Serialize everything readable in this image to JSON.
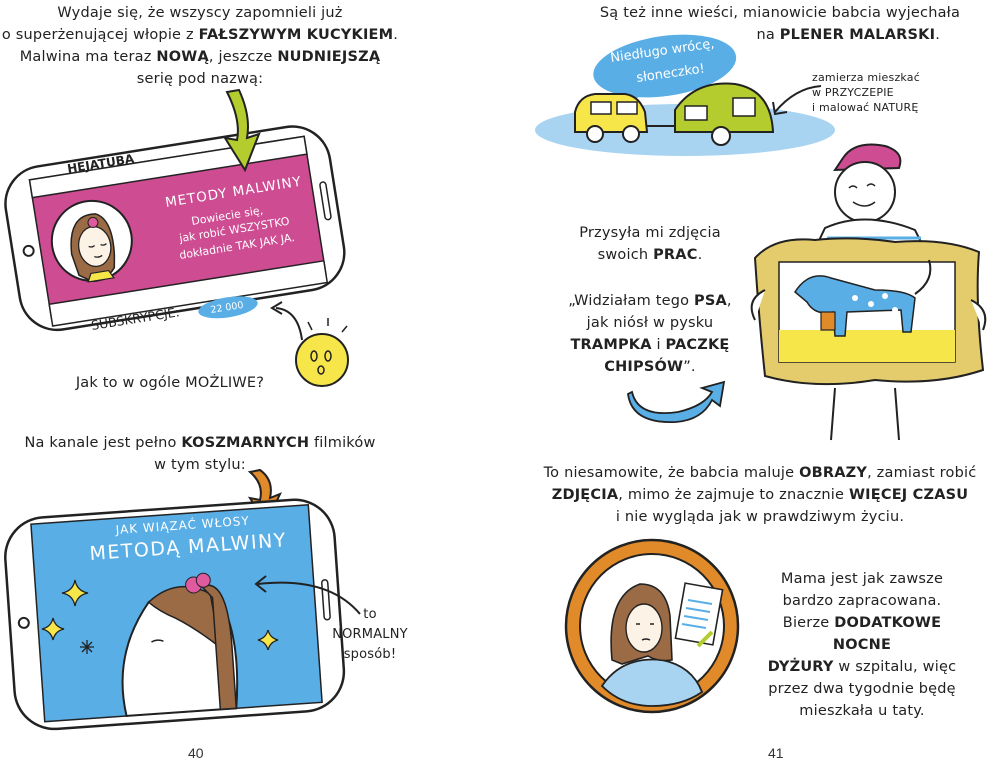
{
  "left_page": {
    "intro": {
      "line1": "Wydaje się, że wszyscy zapomnieli już",
      "line2a": "o superżenującej włopie z ",
      "line2b": "FAŁSZYWYM KUCYKIEM",
      "line2c": ".",
      "line3a": "Malwina ma teraz ",
      "line3b": "NOWĄ",
      "line3c": ", jeszcze ",
      "line3d": "NUDNIEJSZĄ",
      "line4": "serię pod nazwą:"
    },
    "phone1": {
      "channel": "HEJATUBA",
      "title": "METODY MALWINY",
      "desc1": "Dowiecie się,",
      "desc2": "jak robić WSZYSTKO",
      "desc3": "dokładnie TAK JAK JA.",
      "subs_label": "SUBSKRYPCJE:",
      "subs_count": "22 000"
    },
    "question": "Jak to w ogóle MOŻLIWE?",
    "channel_note": {
      "line1a": "Na kanale jest pełno ",
      "line1b": "KOSZMARNYCH",
      "line1c": " filmików",
      "line2": "w tym stylu:"
    },
    "phone2": {
      "subtitle": "JAK WIĄZAĆ WŁOSY",
      "title": "METODĄ MALWINY"
    },
    "side_note": {
      "line1": "to",
      "line2": "NORMALNY",
      "line3": "sposób!"
    },
    "page_number": "40"
  },
  "right_page": {
    "news": {
      "line1": "Są też inne wieści, mianowicie babcia wyjechała",
      "line2a": "na ",
      "line2b": "PLENER MALARSKI",
      "line2c": "."
    },
    "bubble": {
      "line1": "Niedługo wrócę,",
      "line2": "słoneczko!"
    },
    "caravan_note": {
      "line1": "zamierza mieszkać",
      "line2": "w PRZYCZEPIE",
      "line3": "i malować NATURĘ"
    },
    "photos": {
      "line1": "Przysyła mi zdjęcia",
      "line2a": "swoich ",
      "line2b": "PRAC",
      "line2c": "."
    },
    "quote": {
      "line1a": "„Widziałam tego ",
      "line1b": "PSA",
      "line1c": ",",
      "line2": "jak niósł w pysku",
      "line3a": "TRAMPKA",
      "line3b": " i ",
      "line3c": "PACZKĘ",
      "line4a": "CHIPSÓW",
      "line4b": "”."
    },
    "amazing": {
      "line1a": "To niesamowite, że babcia maluje ",
      "line1b": "OBRAZY",
      "line1c": ", zamiast robić",
      "line2a": "ZDJĘCIA",
      "line2b": ", mimo że zajmuje to znacznie ",
      "line2c": "WIĘCEJ CZASU",
      "line3": "i nie wygląda jak w prawdziwym życiu."
    },
    "mom": {
      "line1": "Mama jest jak zawsze",
      "line2": "bardzo zapracowana.",
      "line3a": "Bierze ",
      "line3b": "DODATKOWE NOCNE",
      "line4a": "DYŻURY",
      "line4b": " w szpitalu, więc",
      "line5": "przez dwa tygodnie będę",
      "line6": "mieszkała u taty."
    },
    "page_number": "41"
  },
  "colors": {
    "pink": "#cd4c92",
    "sky_blue": "#5aaee6",
    "lime": "#b5cc2e",
    "yellow": "#f7e64a",
    "orange": "#e08a2a",
    "light_blue": "#a8d4f2"
  },
  "icons": [
    "down-arrow-icon",
    "curved-arrow-icon",
    "sparkle-icon",
    "star-icon"
  ]
}
